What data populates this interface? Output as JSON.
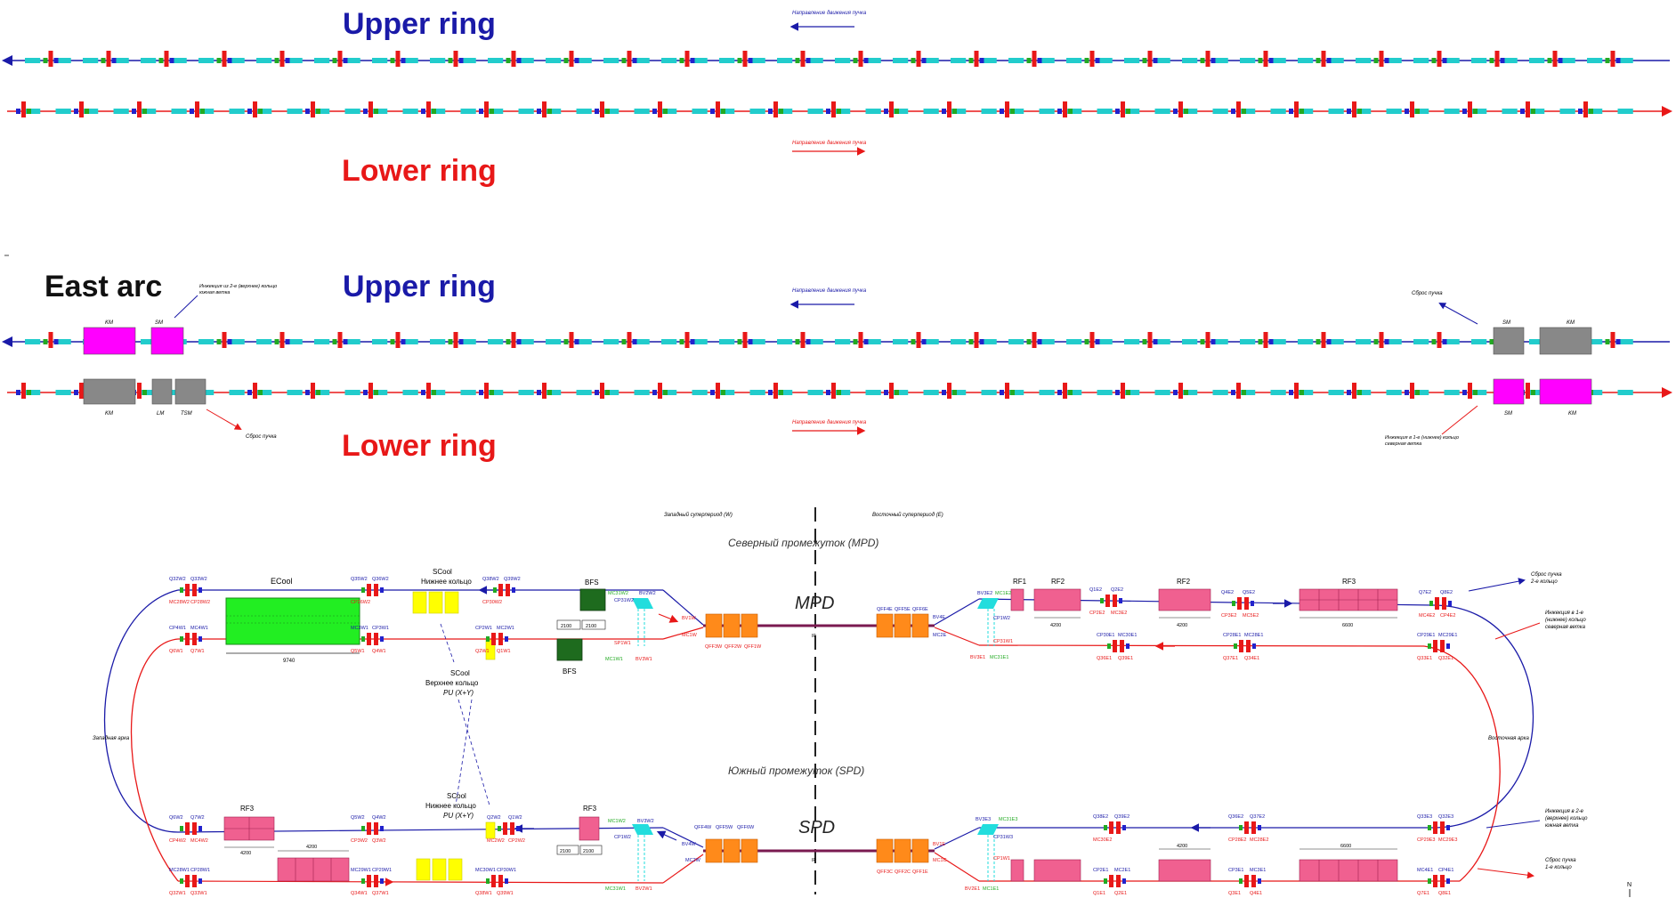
{
  "panel1": {
    "upper_title": "Upper ring",
    "lower_title": "Lower ring",
    "upper_direction_note": "Направление движения пучка",
    "lower_direction_note": "Направление движения пучка"
  },
  "panel2": {
    "arc_title": "East arc",
    "upper_title": "Upper ring",
    "lower_title": "Lower ring",
    "injection_upper_note_line1": "Инжекция из 2-е (верхнее) кольцо",
    "injection_upper_note_line2": "южная ветка",
    "upper_direction_note": "Направление движения пучка",
    "lower_direction_note": "Направление движения пучка",
    "dump_upper_note": "Сброс пучка",
    "dump_lower_note": "Сброс пучка",
    "injection_lower_note_line1": "Инжекция в 1-е (нижнее) кольцо",
    "injection_lower_note_line2": "северная ветка",
    "labels": {
      "km": "KM",
      "sm": "SM",
      "lm": "LM",
      "tsm": "TSM"
    }
  },
  "panel3": {
    "west_period": "Западный суперпериод (W)",
    "east_period": "Восточный суперпериод (E)",
    "north_gap": "Северный промежуток (MPD)",
    "south_gap": "Южный промежуток (SPD)",
    "west_arc": "Западная арка",
    "east_arc": "Восточная арка",
    "mpd": "MPD",
    "spd": "SPD",
    "ecool": "ECool",
    "ecool_len": "9740",
    "scool_top_line1": "SCool",
    "scool_top_line2": "Нижнее кольцо",
    "scool_mid_line1": "SCool",
    "scool_mid_line2": "Верхнее кольцо",
    "scool_mid_line3": "PU (X+Y)",
    "scool_bot_line1": "SCool",
    "scool_bot_line2": "Нижнее кольцо",
    "scool_bot_line3": "PU (X+Y)",
    "bfs": "BFS",
    "bfs2": "BFS",
    "bfs_len1": "2100",
    "bfs_len2": "2100",
    "rf1": "RF1",
    "rf2a": "RF2",
    "rf2b": "RF2",
    "rf3a": "RF3",
    "rf3b": "RF3",
    "rf3c": "RF3",
    "len_4200a": "4200",
    "len_4200b": "4200",
    "len_6600a": "6600",
    "len_4200c": "4200",
    "len_4200d": "4200",
    "len_6600b": "6600",
    "len_2100c": "2100",
    "len_2100d": "2100",
    "ip": "IP",
    "dump_top_line1": "Сброс пучка",
    "dump_top_line2": "2-е кольцо",
    "inj_right_top_line1": "Инжекция в 1-е",
    "inj_right_top_line2": "(нижнее) кольцо",
    "inj_right_top_line3": "северная ветка",
    "inj_right_bot_line1": "Инжекция в 2-е",
    "inj_right_bot_line2": "(верхнее) кольцо",
    "inj_right_bot_line3": "южная ветка",
    "dump_bot_line1": "Сброс пучка",
    "dump_bot_line2": "1-е кольцо",
    "compass": "N",
    "tags": {
      "q32w2": "Q32W2",
      "q33w2": "Q33W2",
      "mc28w2": "MC28W2",
      "cp28w2": "CP28W2",
      "q35w2": "Q35W2",
      "q36w2": "Q36W2",
      "q34w2": "Q34W2",
      "q37w2": "Q37W2",
      "cp26w2": "CP26W2",
      "mc26w2": "MC26W2",
      "q38w2": "Q38W2",
      "q39w2": "Q39W2",
      "mc30w2": "MC30W2",
      "cp30w2": "CP30W2",
      "mc31w2": "MC31W2",
      "bv2w2": "BV2W2",
      "cp31w2": "CP31W2",
      "bv1w": "BV1W",
      "mc1w": "MC1W",
      "qff3w": "QFF3W",
      "qff2w": "QFF2W",
      "qff1w": "QFF1W",
      "cp4w1": "CP4W1",
      "mc4w1": "MC4W1",
      "q6w1": "Q6W1",
      "q7w1": "Q7W1",
      "mc3w1": "MC3W1",
      "cp3w1": "CP3W1",
      "q4w1": "Q4W1",
      "q5w1": "Q5W1",
      "q3w1": "Q3W1",
      "cp2w1": "CP2W1",
      "mc2w1": "MC2W1",
      "q2w1": "Q2W1",
      "q1w1": "Q1W1",
      "sp1w1": "SP1W1",
      "mc1w1": "MC1W1",
      "bv3w1": "BV3W1",
      "qff4e": "QFF4E",
      "qff5e": "QFF5E",
      "qff6e": "QFF6E",
      "bv4e": "BV4E",
      "mc2e": "MC2E",
      "bv3e2": "BV3E2",
      "mc1e2": "MC1E2",
      "cp1w2": "CP1W2",
      "q1e2": "Q1E2",
      "q2e2": "Q2E2",
      "cp2e2": "CP2E2",
      "mc3e2": "MC3E2",
      "q4e2": "Q4E2",
      "q5e2": "Q5E2",
      "q3e2": "Q3E2",
      "cp3e2": "CP3E2",
      "mc5e2": "MC5E2",
      "q7e2": "Q7E2",
      "q8e2": "Q8E2",
      "mc4e2": "MC4E2",
      "cp4e2": "CP4E2",
      "cp31w1": "CP31W1",
      "bv3e1": "BV3E1",
      "mc31e1": "MC31E1",
      "cp30e1": "CP30E1",
      "mc30e1": "MC30E1",
      "q36e1": "Q36E1",
      "q39e1": "Q39E1",
      "cp28e1": "CP28E1",
      "mc28e1": "MC28E1",
      "q37e1": "Q37E1",
      "q34e1": "Q34E1",
      "q35e1": "Q35E1",
      "cp29e1": "CP29E1",
      "mc29e1": "MC29E1",
      "q33e1": "Q33E1",
      "q32e1": "Q32E1",
      "q6w2": "Q6W2",
      "q7w2": "Q7W2",
      "cp4w2": "CP4W2",
      "mc4w2": "MC4W2",
      "q5w2": "Q5W2",
      "q4w2": "Q4W2",
      "mc3w2": "MC3W2",
      "cp3w2": "CP3W2",
      "q3w2": "Q3W2",
      "q2w2": "Q2W2",
      "q1w2": "Q1W2",
      "mc2w2": "MC2W2",
      "cp2w2": "CP2W2",
      "mc1w2": "MC1W2",
      "bv3w2": "BV3W2",
      "cp1w2b": "CP1W2",
      "qff4w": "QFF4W",
      "qff5w": "QFF5W",
      "qff6w": "QFF6W",
      "bv4w": "BV4W",
      "mc2w": "MC2W",
      "mc28w1": "MC28W1",
      "cp28w1": "CP28W1",
      "q32w1": "Q32W1",
      "q33w1": "Q33W1",
      "mc29w1": "MC29W1",
      "cp29w1": "CP29W1",
      "q34w1": "Q34W1",
      "q37w1": "Q37W1",
      "mc30w1": "MC30W1",
      "cp30w1": "CP30W1",
      "q38w1": "Q38W1",
      "q39w1": "Q39W1",
      "mc31w1": "MC31W1",
      "bv2w1": "BV2W1",
      "qff3c": "QFF3C",
      "qff2c": "QFF2C",
      "qff1e": "QFF1E",
      "bv1e": "BV1E",
      "mc1c": "MC1C",
      "bv3e3": "BV3E3",
      "mc31e3": "MC31E3",
      "cp31w3": "CP31W3",
      "q38e2": "Q38E2",
      "q39e2": "Q39E2",
      "mc30e2": "MC30E2",
      "q36e2": "Q36E2",
      "q37e2": "Q37E2",
      "q34e2": "Q34E2",
      "q35e2": "Q35E2",
      "cp28e2": "CP28E2",
      "mc28e2": "MC28E2",
      "q33e3": "Q33E3",
      "q32e3": "Q32E3",
      "cp29e3": "CP29E3",
      "mc29e3": "MC29E3",
      "bv2e1": "BV2E1",
      "mc1e1": "MC1E1",
      "cp1w1": "CP1W1",
      "cp2e1": "CP2E1",
      "mc2e1": "MC2E1",
      "q1e1": "Q1E1",
      "q2e1": "Q2E1",
      "cp3e1": "CP3E1",
      "mc3e1": "MC3E1",
      "q3e1": "Q3E1",
      "q4e1": "Q4E1",
      "mc4e1": "MC4E1",
      "cp4e1": "CP4E1",
      "q7e1": "Q7E1",
      "q8e1": "Q8E1"
    }
  }
}
